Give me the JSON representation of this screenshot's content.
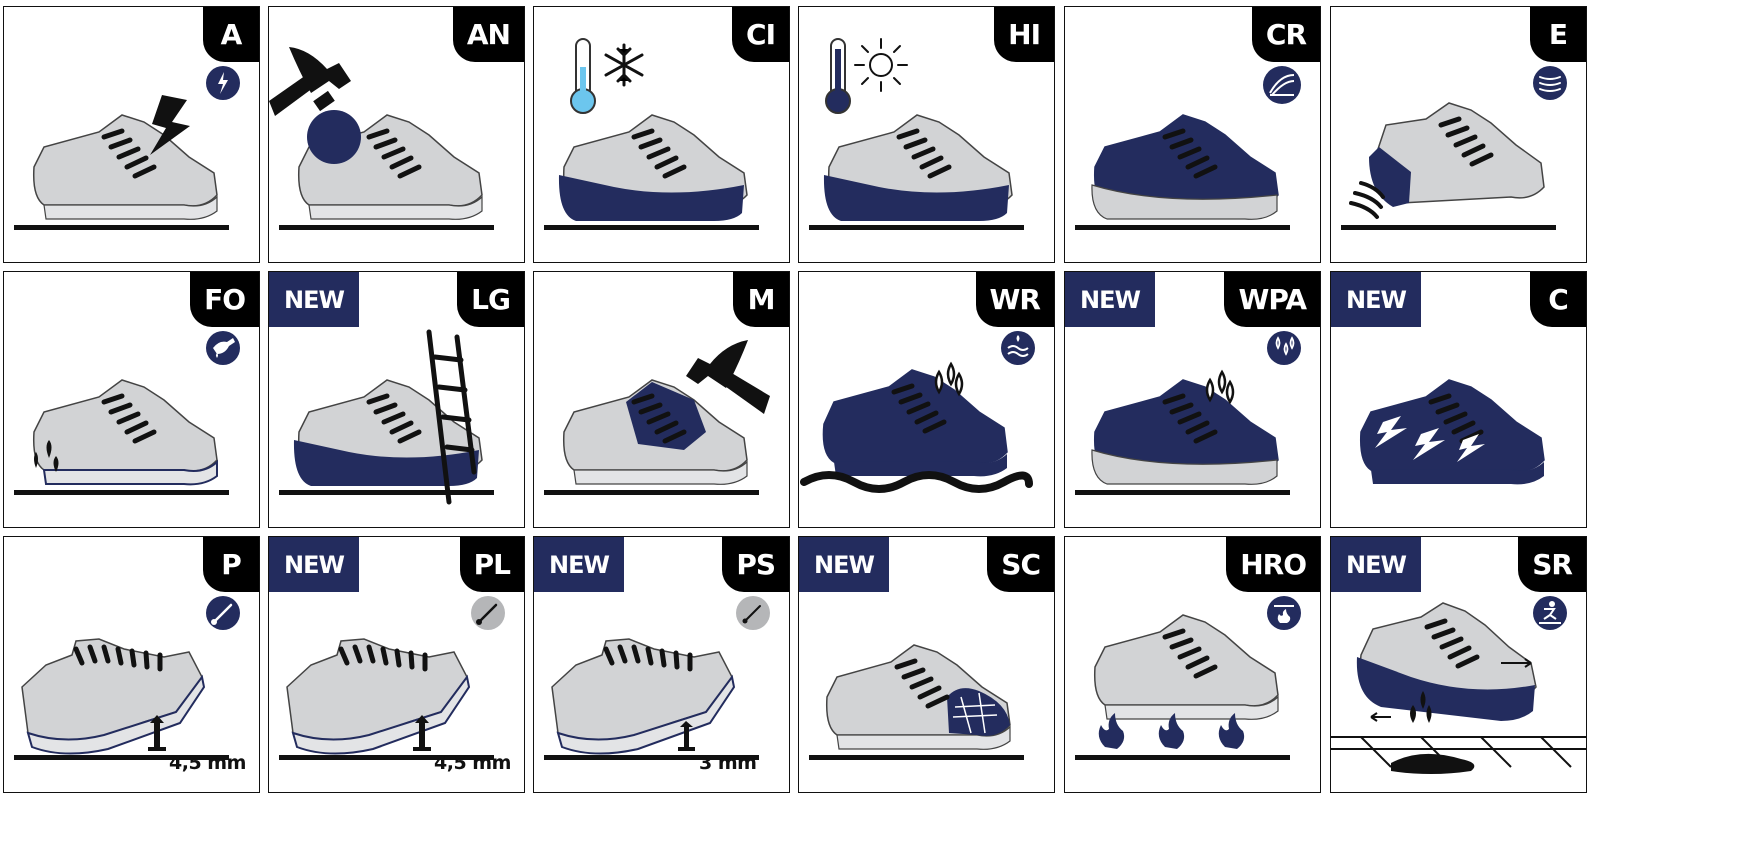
{
  "colors": {
    "navy": "#232c5e",
    "shoe_grey": "#d2d3d5",
    "ink": "#111111",
    "ice_blue": "#6cc6ee"
  },
  "tiles": [
    {
      "code": "A",
      "icon": "lightning-icon",
      "new": ""
    },
    {
      "code": "AN",
      "icon": "hammer-icon",
      "new": ""
    },
    {
      "code": "CI",
      "icon": "thermometer-cold-icon",
      "new": ""
    },
    {
      "code": "HI",
      "icon": "thermometer-hot-icon",
      "new": ""
    },
    {
      "code": "CR",
      "icon": "cut-resistant-icon",
      "new": ""
    },
    {
      "code": "E",
      "icon": "energy-absorption-icon",
      "new": ""
    },
    {
      "code": "FO",
      "icon": "oil-resistant-icon",
      "new": ""
    },
    {
      "code": "LG",
      "icon": "ladder-icon",
      "new": "NEW"
    },
    {
      "code": "M",
      "icon": "metatarsal-hammer-icon",
      "new": ""
    },
    {
      "code": "WR",
      "icon": "water-resistant-icon",
      "new": ""
    },
    {
      "code": "WPA",
      "icon": "water-penetration-icon",
      "new": "NEW"
    },
    {
      "code": "C",
      "icon": "conductive-icon",
      "new": "NEW"
    },
    {
      "code": "P",
      "icon": "nail-icon",
      "new": "",
      "measure": "4,5 mm"
    },
    {
      "code": "PL",
      "icon": "nail-icon",
      "new": "NEW",
      "measure": "4,5 mm"
    },
    {
      "code": "PS",
      "icon": "nail-icon",
      "new": "NEW",
      "measure": "3 mm"
    },
    {
      "code": "SC",
      "icon": "scuff-cap-icon",
      "new": "NEW"
    },
    {
      "code": "HRO",
      "icon": "fire-icon",
      "new": ""
    },
    {
      "code": "SR",
      "icon": "slip-resistant-icon",
      "new": "NEW"
    }
  ]
}
